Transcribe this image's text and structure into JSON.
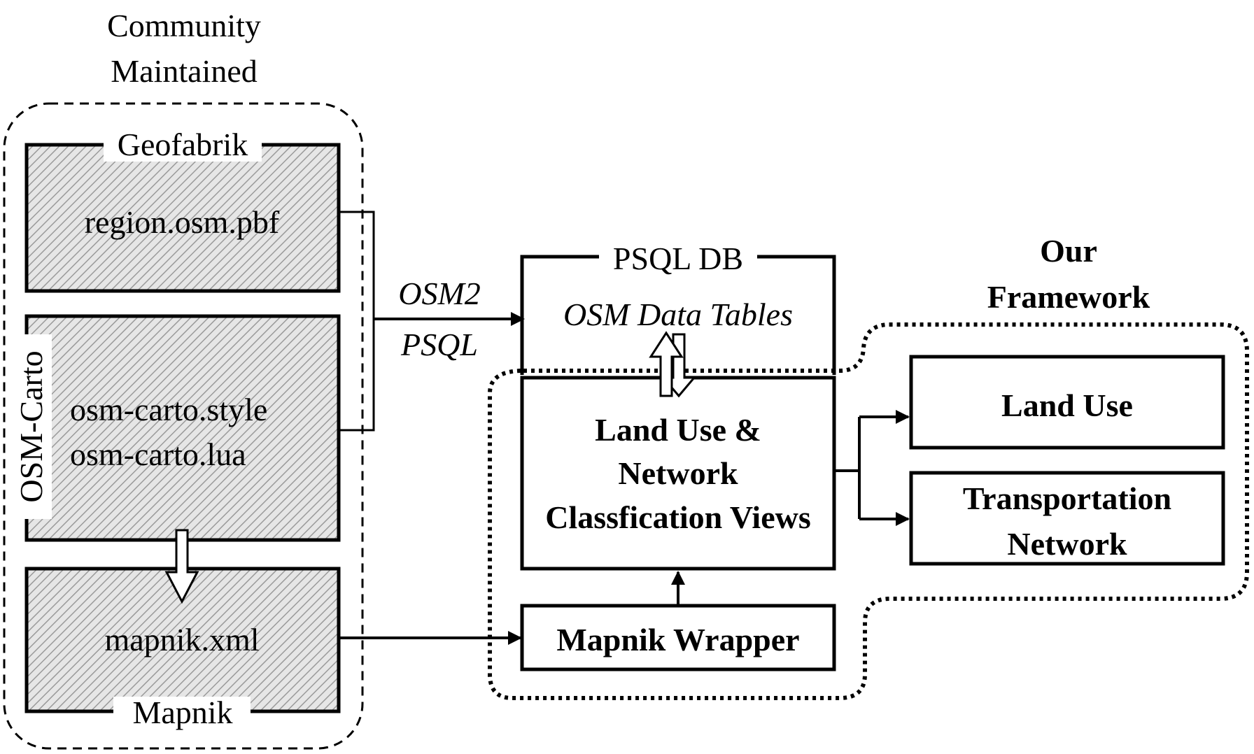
{
  "community": {
    "heading_line1": "Community",
    "heading_line2": "Maintained",
    "geofabrik_label": "Geofabrik",
    "geofabrik_file": "region.osm.pbf",
    "osmcarto_label": "OSM-Carto",
    "osmcarto_file1": "osm-carto.style",
    "osmcarto_file2": "osm-carto.lua",
    "mapnik_label": "Mapnik",
    "mapnik_file": "mapnik.xml"
  },
  "transfer": {
    "line1": "OSM2",
    "line2": "PSQL"
  },
  "psql": {
    "label": "PSQL DB",
    "tables": "OSM Data Tables"
  },
  "framework": {
    "heading_line1": "Our",
    "heading_line2": "Framework",
    "views_line1": "Land Use &",
    "views_line2": "Network",
    "views_line3": "Classfication Views",
    "wrapper": "Mapnik Wrapper",
    "output_land_use": "Land Use",
    "output_transport_line1": "Transportation",
    "output_transport_line2": "Network"
  },
  "colors": {
    "ink": "#000000",
    "hatch_bg": "#e6e6e6",
    "hatch_line": "#9a9a9a"
  }
}
